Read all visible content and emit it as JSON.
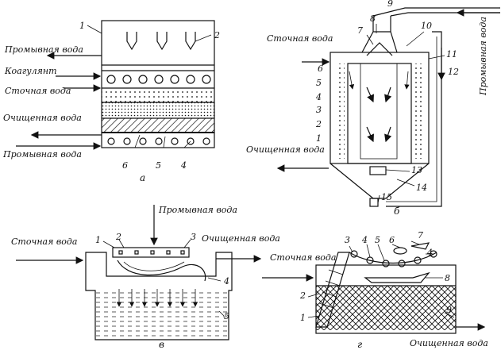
{
  "panel_a": {
    "caption": "а",
    "numbers": [
      "1",
      "2",
      "6",
      "5",
      "4"
    ],
    "labels": {
      "wash_water_top": "Промывная вода",
      "coagulant": "Коагулянт",
      "waste_water": "Сточная вода",
      "clean_water": "Очищенная вода",
      "wash_water_bottom": "Промывная вода"
    }
  },
  "panel_b": {
    "caption": "б",
    "numbers": [
      "9",
      "8",
      "7",
      "10",
      "11",
      "12",
      "6",
      "5",
      "4",
      "3",
      "2",
      "1",
      "13",
      "14",
      "15"
    ],
    "labels": {
      "waste_water": "Сточная вода",
      "clean_water": "Очищенная вода",
      "wash_water": "Промывная вода"
    }
  },
  "panel_v": {
    "caption": "в",
    "numbers": [
      "1",
      "2",
      "3",
      "4",
      "5"
    ],
    "labels": {
      "waste_water": "Сточная вода",
      "wash_water": "Промывная вода",
      "clean_water": "Очищенная вода"
    }
  },
  "panel_g": {
    "caption": "г",
    "numbers": [
      "3",
      "4",
      "5",
      "6",
      "7",
      "4",
      "8",
      "2",
      "1",
      "9"
    ],
    "labels": {
      "waste_water": "Сточная вода",
      "clean_water": "Очищенная вода"
    }
  }
}
